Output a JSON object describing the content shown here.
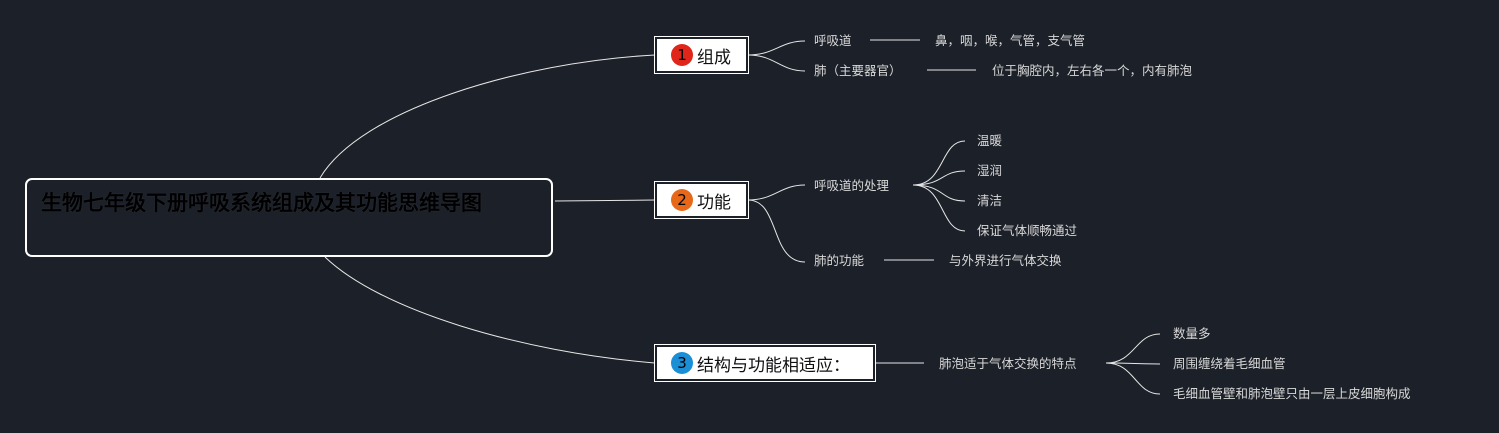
{
  "root": {
    "title": "生物七年级下册呼吸系统组成及其功能思维导图"
  },
  "branches": [
    {
      "number": "1",
      "label": "组成",
      "badge_color": "#e0251b"
    },
    {
      "number": "2",
      "label": "功能",
      "badge_color": "#e8681a"
    },
    {
      "number": "3",
      "label": "结构与功能相适应：",
      "badge_color": "#1a8fd6"
    }
  ],
  "composition": {
    "respiratory_tract": {
      "label": "呼吸道",
      "detail": "鼻，咽，喉，气管，支气管"
    },
    "lung": {
      "label": "肺（主要器官）",
      "detail": "位于胸腔内，左右各一个，内有肺泡"
    }
  },
  "function": {
    "tract_processing": {
      "label": "呼吸道的处理",
      "items": [
        "温暖",
        "湿润",
        "清洁",
        "保证气体顺畅通过"
      ]
    },
    "lung_function": {
      "label": "肺的功能",
      "detail": "与外界进行气体交换"
    }
  },
  "adaptation": {
    "label": "肺泡适于气体交换的特点",
    "items": [
      "数量多",
      "周围缠绕着毛细血管",
      "毛细血管壁和肺泡壁只由一层上皮细胞构成"
    ]
  },
  "colors": {
    "background": "#1c2029",
    "line": "#ffffff",
    "text": "#d8d8d8"
  }
}
